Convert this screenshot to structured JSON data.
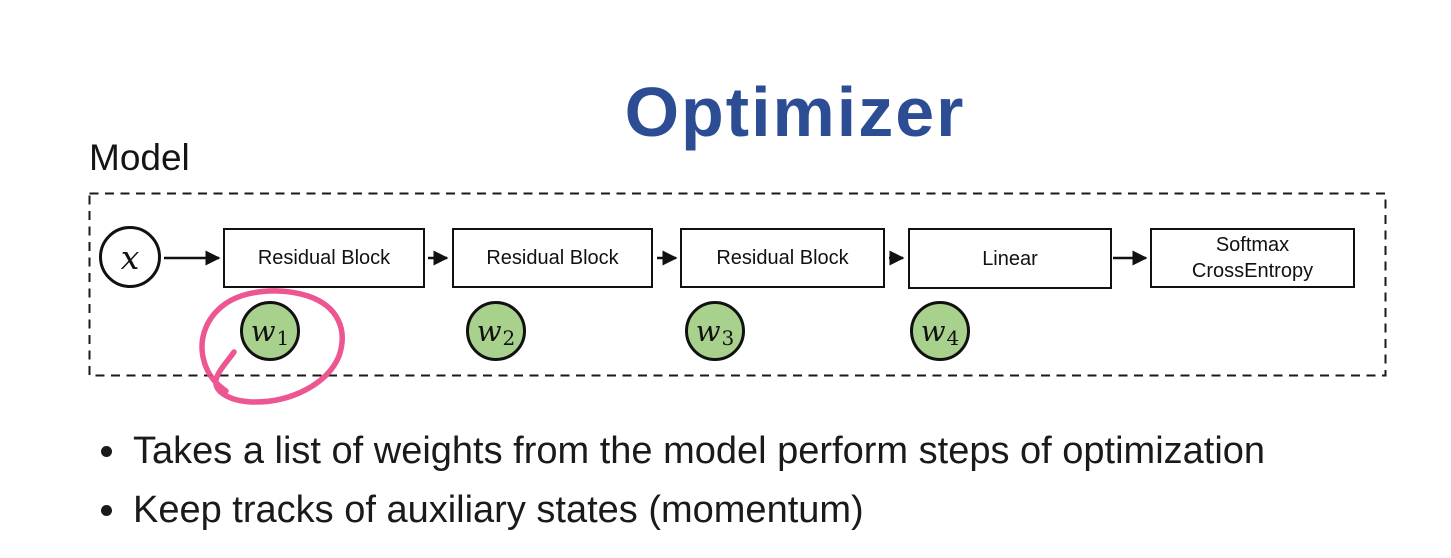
{
  "slide": {
    "title": "Optimizer",
    "model_label": "Model"
  },
  "diagram": {
    "input_label": "x",
    "blocks": [
      {
        "label": "Residual Block"
      },
      {
        "label": "Residual Block"
      },
      {
        "label": "Residual Block"
      },
      {
        "label": "Linear"
      },
      {
        "label": "Softmax CrossEntropy"
      }
    ],
    "weights": [
      {
        "symbol": "w",
        "sub": "1",
        "annotated": true
      },
      {
        "symbol": "w",
        "sub": "2",
        "annotated": false
      },
      {
        "symbol": "w",
        "sub": "3",
        "annotated": false
      },
      {
        "symbol": "w",
        "sub": "4",
        "annotated": false
      }
    ]
  },
  "bullets": [
    "Takes a list of weights from the model perform steps of optimization",
    "Keep tracks of auxiliary states (momentum)"
  ],
  "colors": {
    "title_blue": "#2c4c94",
    "weight_green_fill": "#a9d18e",
    "annotation_pink": "#eb4d8c",
    "line_black": "#111111"
  }
}
